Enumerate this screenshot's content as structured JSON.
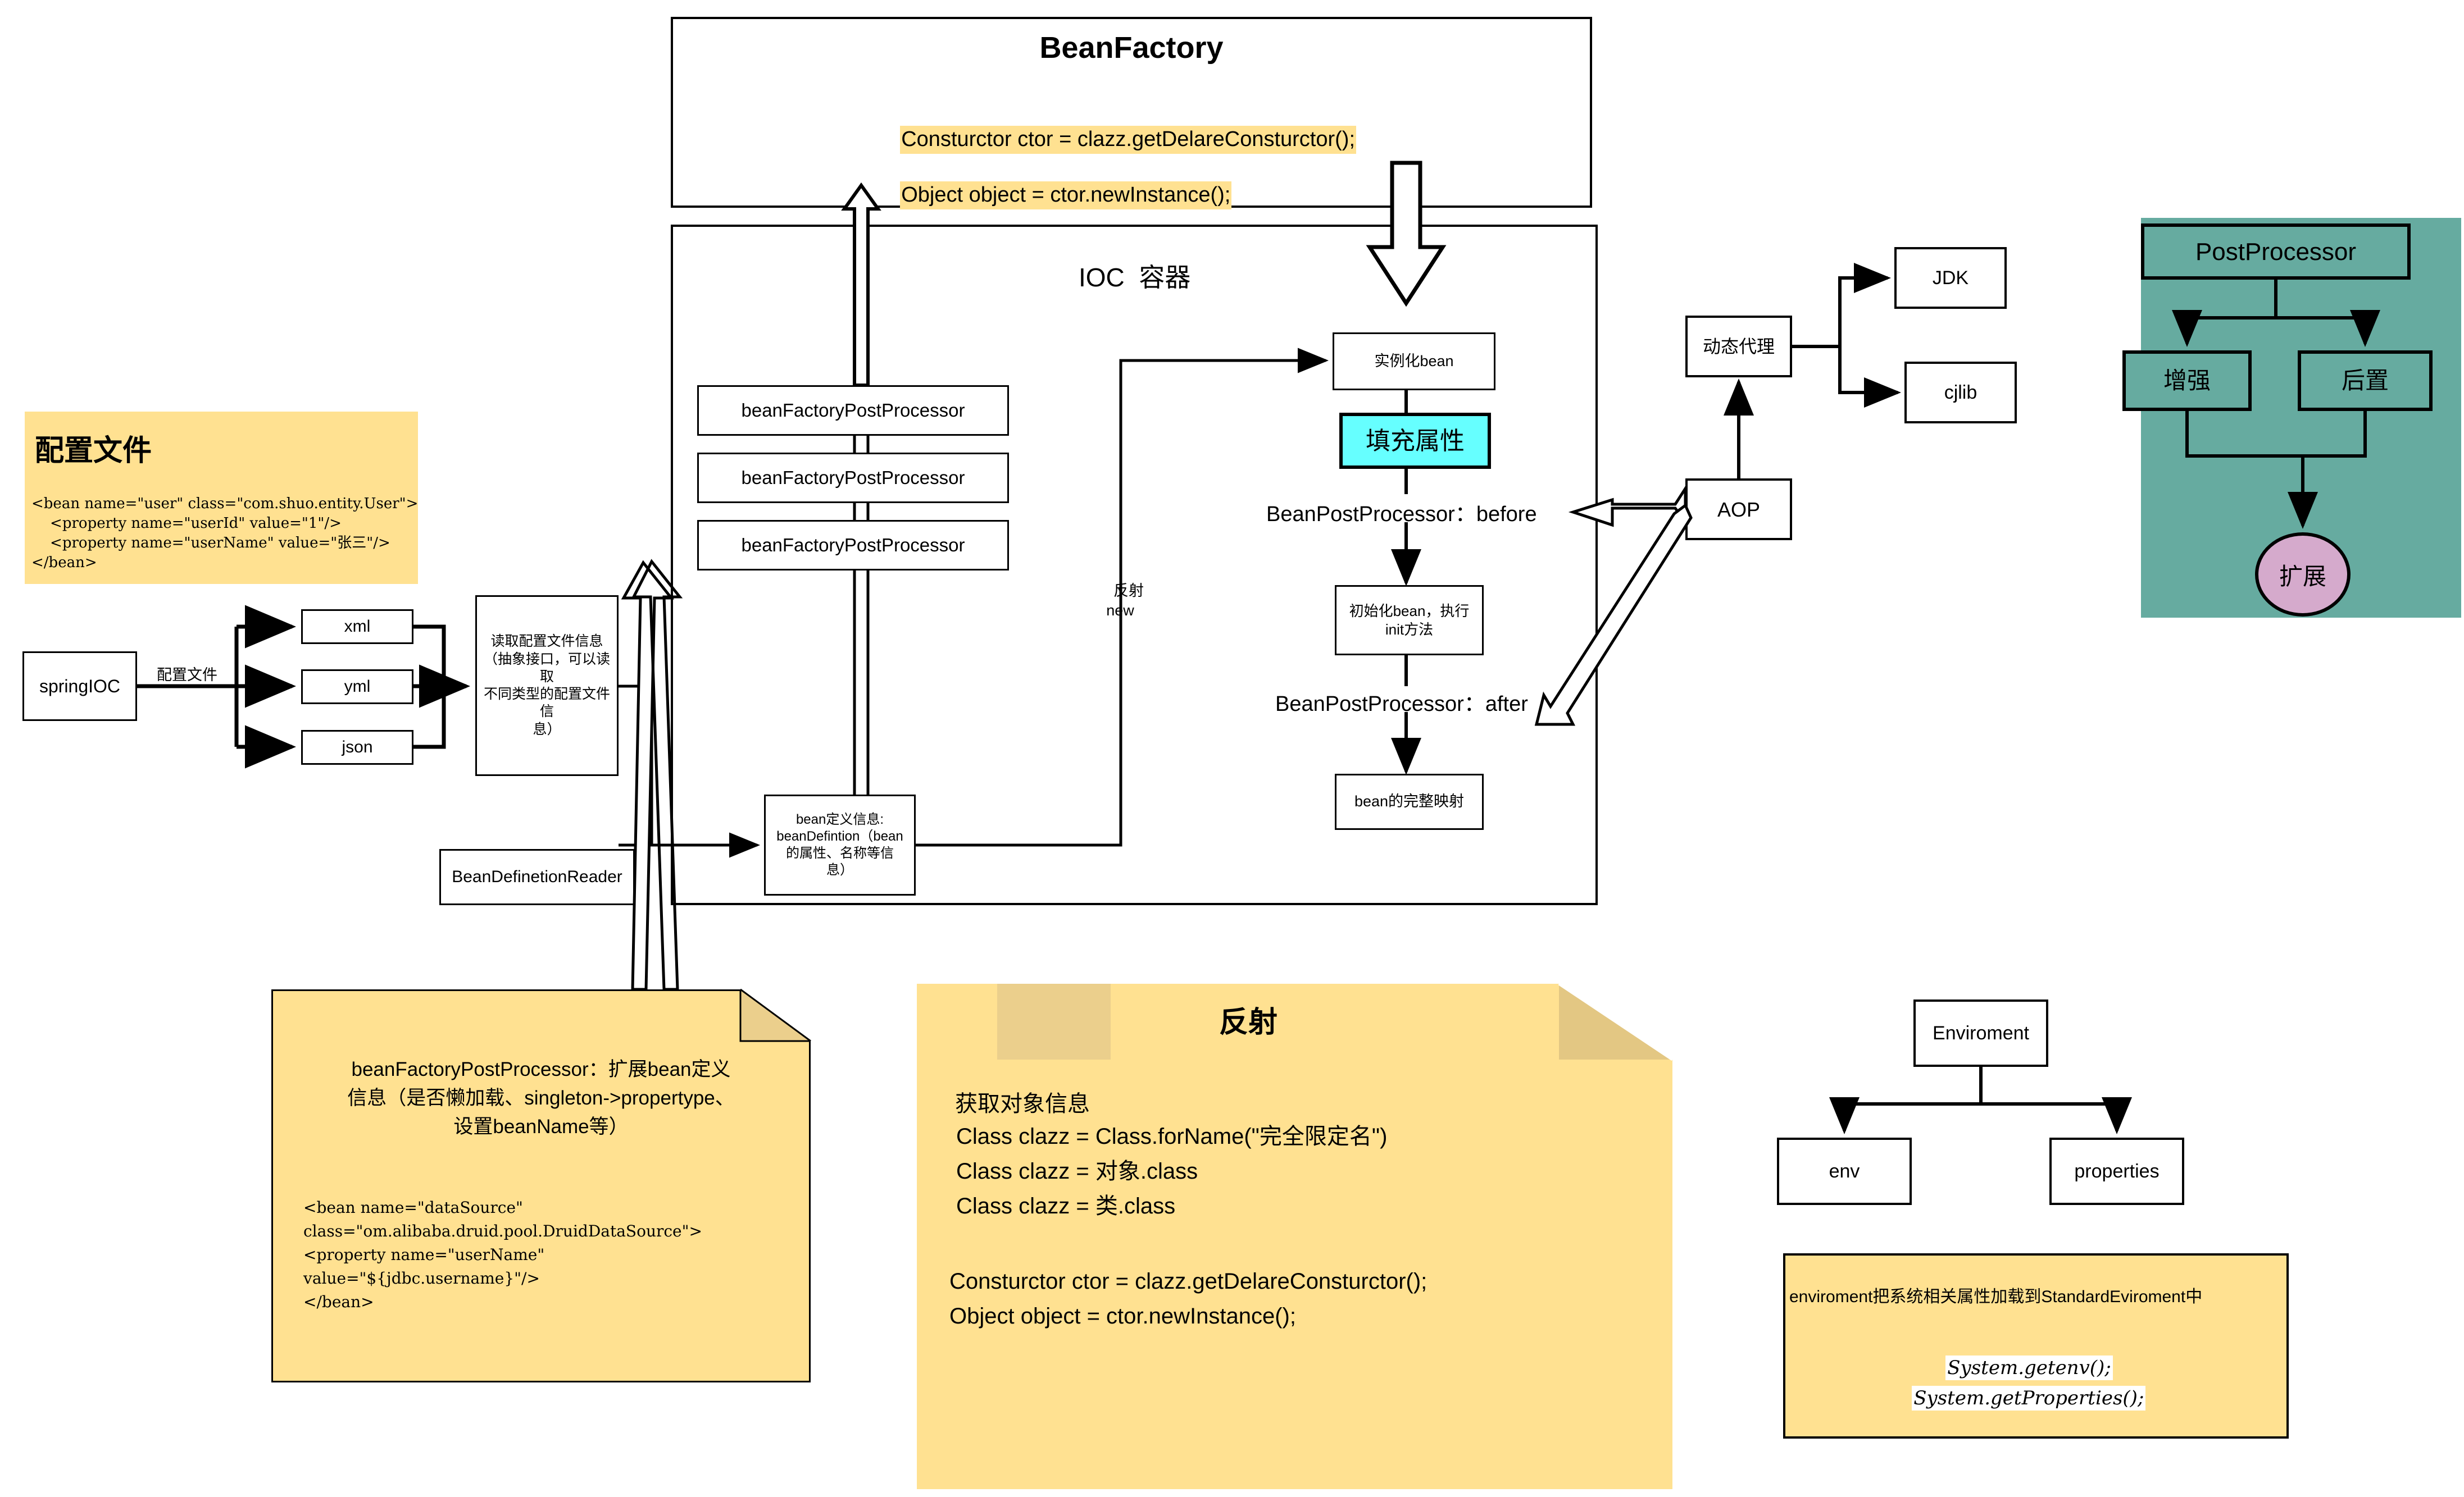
{
  "colors": {
    "note_yellow": "#FFE191",
    "teal_panel": "#66ABA0",
    "cyan_box": "#66FFFF",
    "pink_ellipse": "#D5AACC",
    "stroke": "#000000",
    "fold_shadow": "#EBCF8C"
  },
  "bean_factory": {
    "title": "BeanFactory",
    "code_line_1": "Consturctor ctor = clazz.getDelareConsturctor();",
    "code_line_2": "Object object = ctor.newInstance();"
  },
  "ioc": {
    "label": "IOC  容器",
    "post_processors": [
      "beanFactoryPostProcessor",
      "beanFactoryPostProcessor",
      "beanFactoryPostProcessor"
    ],
    "bean_definition": "bean定义信息:\nbeanDefintion（bean\n的属性、名称等信\n息）",
    "reflect_label": "反射\nnew",
    "lifecycle": {
      "instantiate": "实例化bean",
      "populate": "填充属性",
      "bpp_before": "BeanPostProcessor：before",
      "init": "初始化bean，执行\ninit方法",
      "bpp_after": "BeanPostProcessor：after",
      "complete": "bean的完整映射"
    }
  },
  "config_note": {
    "title": "配置文件",
    "code": "<bean name=\"user\" class=\"com.shuo.entity.User\">\n    <property name=\"userId\" value=\"1\"/>\n    <property name=\"userName\" value=\"张三\"/>\n</bean>"
  },
  "left_flow": {
    "spring_ioc": "springIOC",
    "edge_label": "配置文件",
    "formats": [
      "xml",
      "yml",
      "json"
    ],
    "reader_box": "读取配置文件信息\n（抽象接口，可以读取\n不同类型的配置文件信\n息）",
    "bean_definition_reader": "BeanDefinetionReader"
  },
  "aop": {
    "aop_label": "AOP",
    "dynamic_proxy": "动态代理",
    "jdk": "JDK",
    "cglib": "cjlib"
  },
  "post_processor_panel": {
    "title": "PostProcessor",
    "enhance": "增强",
    "after": "后置",
    "extend": "扩展"
  },
  "bfpp_note": {
    "heading": "beanFactoryPostProcessor：扩展bean定义\n信息（是否懒加载、singleton->propertype、\n设置beanName等）",
    "code": "<bean name=\"dataSource\"\nclass=\"om.alibaba.druid.pool.DruidDataSource\">\n<property name=\"userName\"\nvalue=\"${jdbc.username}\"/>\n</bean>"
  },
  "reflect_note": {
    "title": "反射",
    "line_1": "获取对象信息",
    "line_2": "Class clazz = Class.forName(\"完全限定名\")",
    "line_3": "Class clazz = 对象.class",
    "line_4": "Class clazz = 类.class",
    "line_5": "Consturctor ctor = clazz.getDelareConsturctor();",
    "line_6": "Object object = ctor.newInstance();"
  },
  "environment": {
    "root": "Enviroment",
    "left": "env",
    "right": "properties",
    "note_heading": "enviroment把系统相关属性加载到StandardEviroment中",
    "note_code_1": "System.getenv();",
    "note_code_2": "System.getProperties();"
  }
}
